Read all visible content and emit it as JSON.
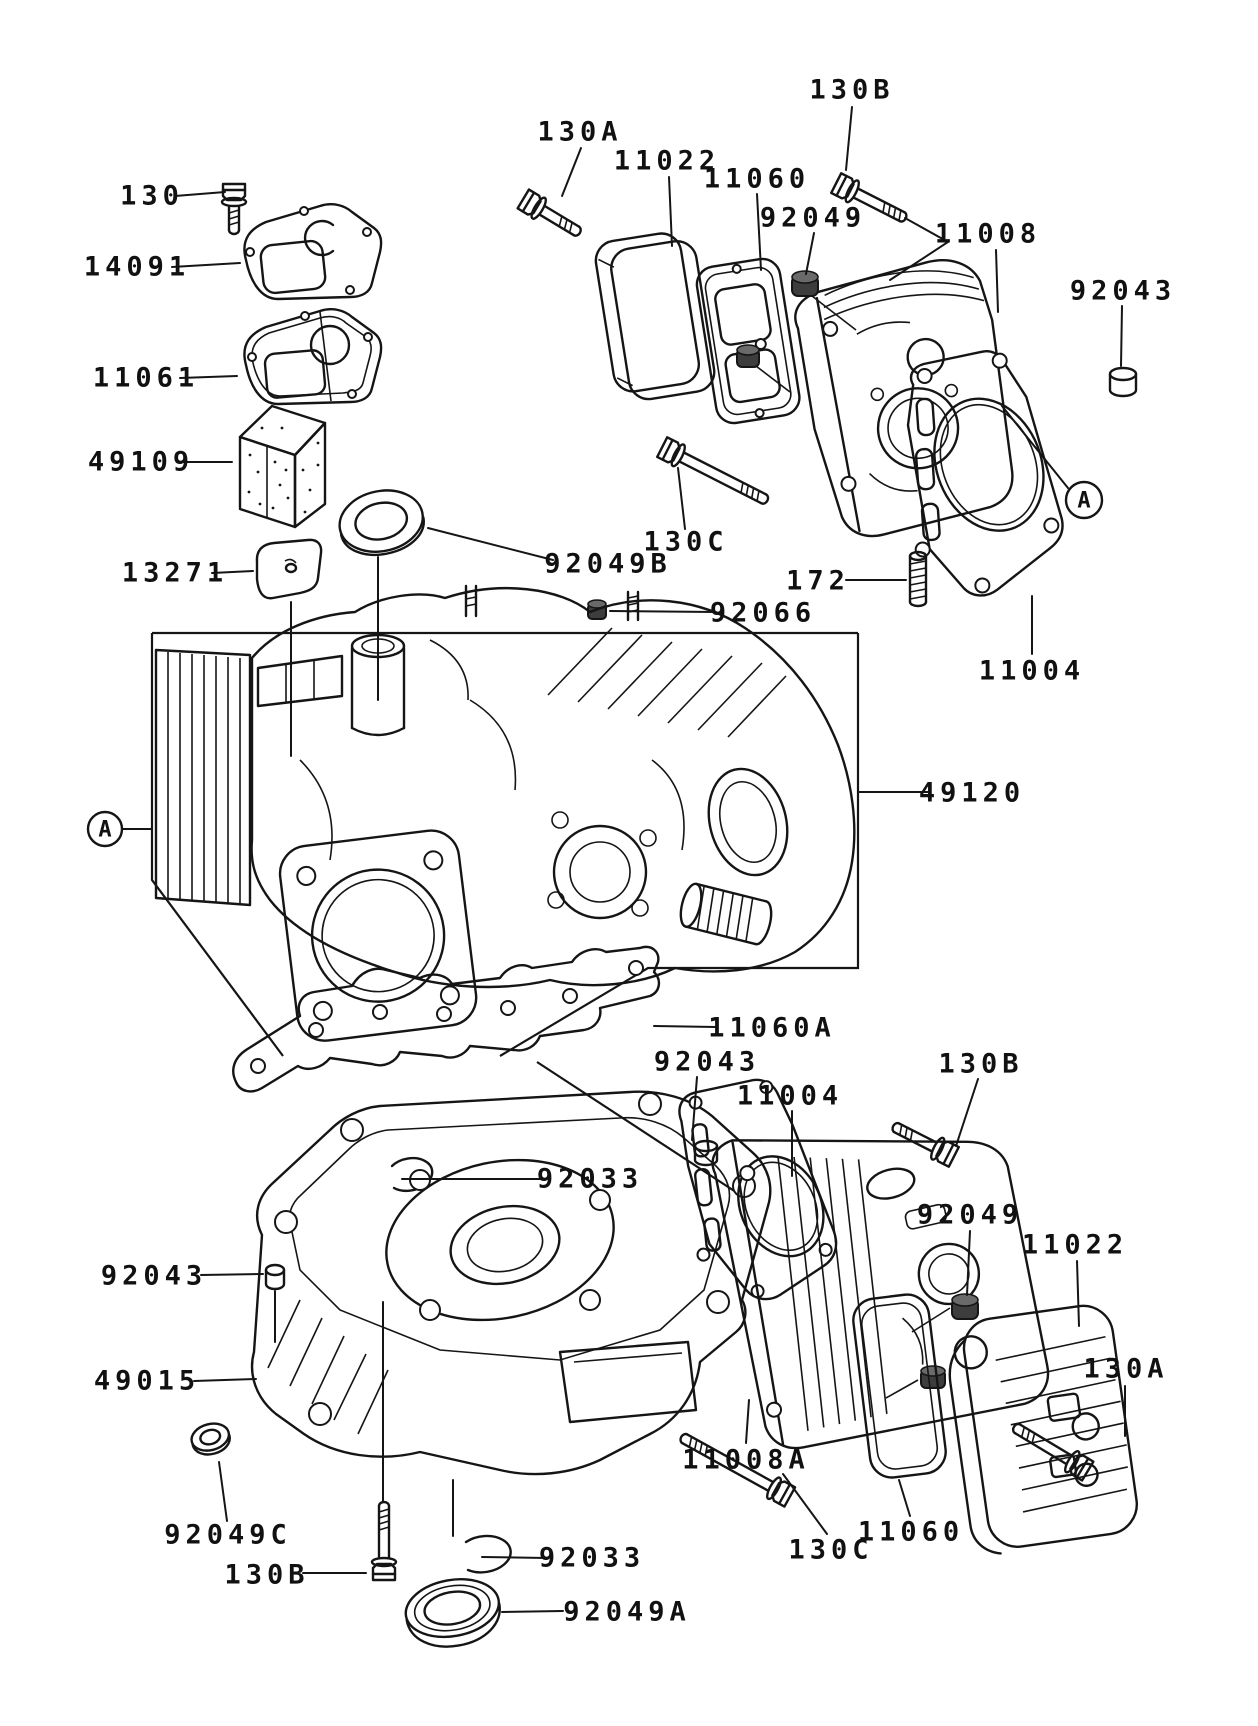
{
  "title": "Engine cylinder / crankcase exploded parts diagram",
  "diagram": {
    "type": "exploded-parts-diagram",
    "line_color": "#151515",
    "background": "#ffffff",
    "unique_part_numbers": [
      "130",
      "130A",
      "130B",
      "130C",
      "172",
      "11004",
      "11008",
      "11008A",
      "11022",
      "11060",
      "11060A",
      "11061",
      "13271",
      "14091",
      "49015",
      "49109",
      "49120",
      "92033",
      "92043",
      "92049",
      "92049A",
      "92049B",
      "92049C",
      "92066"
    ]
  },
  "labels": {
    "p130": {
      "text": "130"
    },
    "p14091": {
      "text": "14091"
    },
    "p11061": {
      "text": "11061"
    },
    "p49109": {
      "text": "49109"
    },
    "p13271": {
      "text": "13271"
    },
    "p130a_top": {
      "text": "130A"
    },
    "p11022_top": {
      "text": "11022"
    },
    "p11060_top": {
      "text": "11060"
    },
    "p92049_top": {
      "text": "92049"
    },
    "p130b_top": {
      "text": "130B"
    },
    "p11008": {
      "text": "11008"
    },
    "p92043_top": {
      "text": "92043"
    },
    "p130c_top": {
      "text": "130C"
    },
    "p92049b": {
      "text": "92049B"
    },
    "p172": {
      "text": "172"
    },
    "p92066": {
      "text": "92066"
    },
    "p11004_top": {
      "text": "11004"
    },
    "p49120": {
      "text": "49120"
    },
    "p11060a": {
      "text": "11060A"
    },
    "p92043_mid": {
      "text": "92043"
    },
    "p11004_bot": {
      "text": "11004"
    },
    "p130b_mid": {
      "text": "130B"
    },
    "p92049_low": {
      "text": "92049"
    },
    "p11022_low": {
      "text": "11022"
    },
    "p130a_bot": {
      "text": "130A"
    },
    "p11008a": {
      "text": "11008A"
    },
    "p130c_bot": {
      "text": "130C"
    },
    "p11060_bot": {
      "text": "11060"
    },
    "p92049c": {
      "text": "92049C"
    },
    "p130b_bot": {
      "text": "130B"
    },
    "p92033_up": {
      "text": "92033"
    },
    "p92033_low": {
      "text": "92033"
    },
    "p92049a": {
      "text": "92049A"
    },
    "p49015": {
      "text": "49015"
    },
    "p92043_left": {
      "text": "92043"
    },
    "marker_a_left": {
      "text": "A"
    },
    "marker_a_right": {
      "text": "A"
    }
  }
}
